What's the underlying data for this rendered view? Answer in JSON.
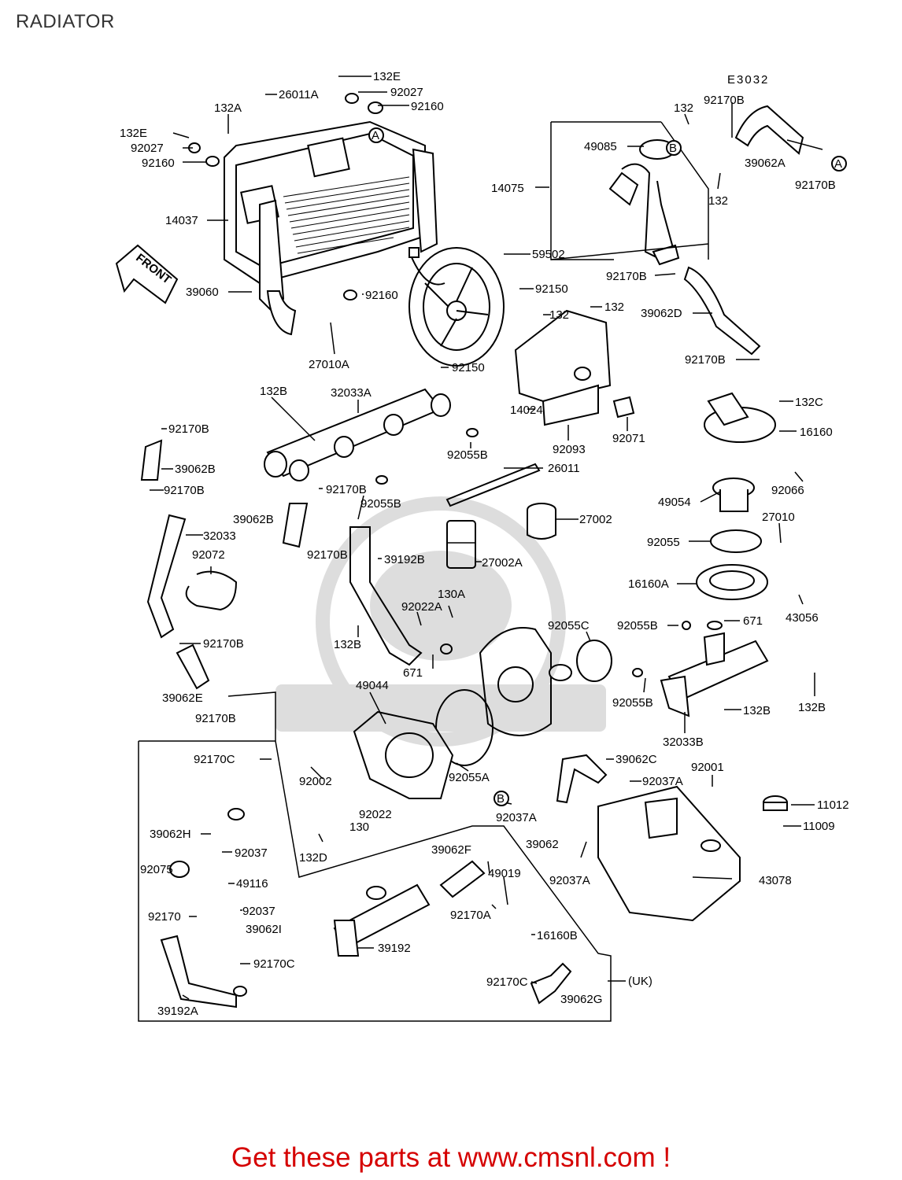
{
  "page": {
    "title": "RADIATOR",
    "diagram_code": "E3032"
  },
  "callouts": {
    "front": "FRONT",
    "a": "A",
    "b": "B",
    "uk": "(UK)"
  },
  "parts": [
    "132E",
    "26011A",
    "92027",
    "92160",
    "132A",
    "132E",
    "92027",
    "92160",
    "14037",
    "39060",
    "59502",
    "92150",
    "92160",
    "27010A",
    "92150",
    "14075",
    "49085",
    "132",
    "92170B",
    "39062A",
    "92170B",
    "132",
    "92170B",
    "132",
    "132",
    "39062D",
    "14024",
    "92093",
    "92071",
    "92170B",
    "132C",
    "16160",
    "92066",
    "132B",
    "32033A",
    "92055B",
    "26011",
    "92170B",
    "39062B",
    "92170B",
    "92170B",
    "92055B",
    "39062B",
    "92170B",
    "32033",
    "92072",
    "39192B",
    "27002",
    "27002A",
    "49054",
    "27010",
    "92055",
    "16160A",
    "43056",
    "130A",
    "92022A",
    "92055C",
    "92055B",
    "671",
    "132B",
    "92170B",
    "671",
    "39062E",
    "92170B",
    "49044",
    "92055B",
    "132B",
    "132B",
    "32033B",
    "92170C",
    "92002",
    "92022",
    "130",
    "92055A",
    "39062C",
    "92001",
    "92037A",
    "11012",
    "11009",
    "39062H",
    "132D",
    "92037A",
    "39062",
    "92037A",
    "43078",
    "92037",
    "92075",
    "49116",
    "39062F",
    "49019",
    "92170",
    "92037",
    "39062I",
    "92170A",
    "16160B",
    "39192",
    "92170C",
    "39192A",
    "92170C",
    "39062G"
  ],
  "footer": {
    "link_text": "Get these parts at www.cmsnl.com !"
  },
  "colors": {
    "footer": "#d50000",
    "title": "#333333",
    "lines": "#000000"
  }
}
